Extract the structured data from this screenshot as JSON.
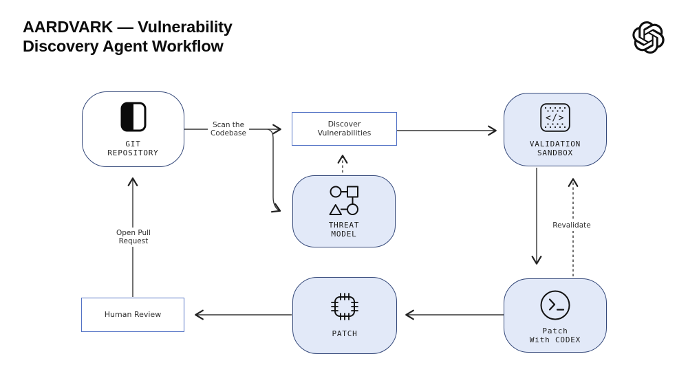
{
  "header": {
    "title_line1": "AARDVARK — Vulnerability",
    "title_line2": "Discovery Agent Workflow",
    "logo": "openai-logo"
  },
  "colors": {
    "node_fill": "#e2e9f8",
    "node_border": "#35497a",
    "rect_border": "#5272c5",
    "line": "#333333",
    "title": "#0c0c0c"
  },
  "nodes": {
    "git_repository": {
      "label_line1": "GIT",
      "label_line2": "REPOSITORY",
      "icon": "git-repo-icon"
    },
    "discover": {
      "label_line1": "Discover",
      "label_line2": "Vulnerabilities"
    },
    "validation_sandbox": {
      "label_line1": "VALIDATION",
      "label_line2": "SANDBOX",
      "icon": "sandbox-code-icon",
      "icon_glyph": "</>"
    },
    "threat_model": {
      "label_line1": "THREAT",
      "label_line2": "MODEL",
      "icon": "threat-model-icon"
    },
    "patch_codex": {
      "label_line1": "Patch",
      "label_line2": "With CODEX",
      "icon": "codex-terminal-icon"
    },
    "patch": {
      "label": "PATCH",
      "icon": "patch-chip-icon"
    },
    "human_review": {
      "label": "Human Review"
    }
  },
  "edge_labels": {
    "scan_line1": "Scan the",
    "scan_line2": "Codebase",
    "open_pull_line1": "Open Pull",
    "open_pull_line2": "Request",
    "revalidate": "Revalidate"
  }
}
